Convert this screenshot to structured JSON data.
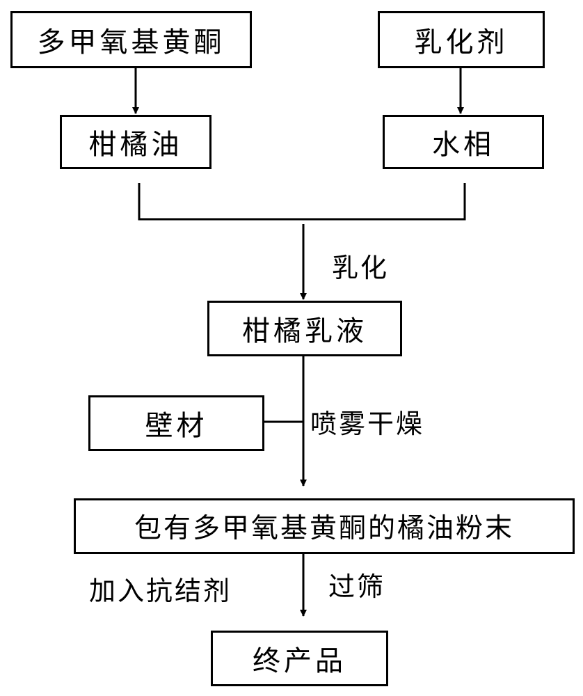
{
  "nodes": {
    "pmf": "多甲氧基黄酮",
    "emulsifier": "乳化剂",
    "citrus_oil": "柑橘油",
    "water_phase": "水相",
    "citrus_emulsion": "柑橘乳液",
    "wall_material": "壁材",
    "powder": "包有多甲氧基黄酮的橘油粉末",
    "final_product": "终产品"
  },
  "steps": {
    "emulsify": "乳化",
    "spray_dry": "喷雾干燥",
    "add_anticaking": "加入抗结剂",
    "sieve": "过筛"
  }
}
